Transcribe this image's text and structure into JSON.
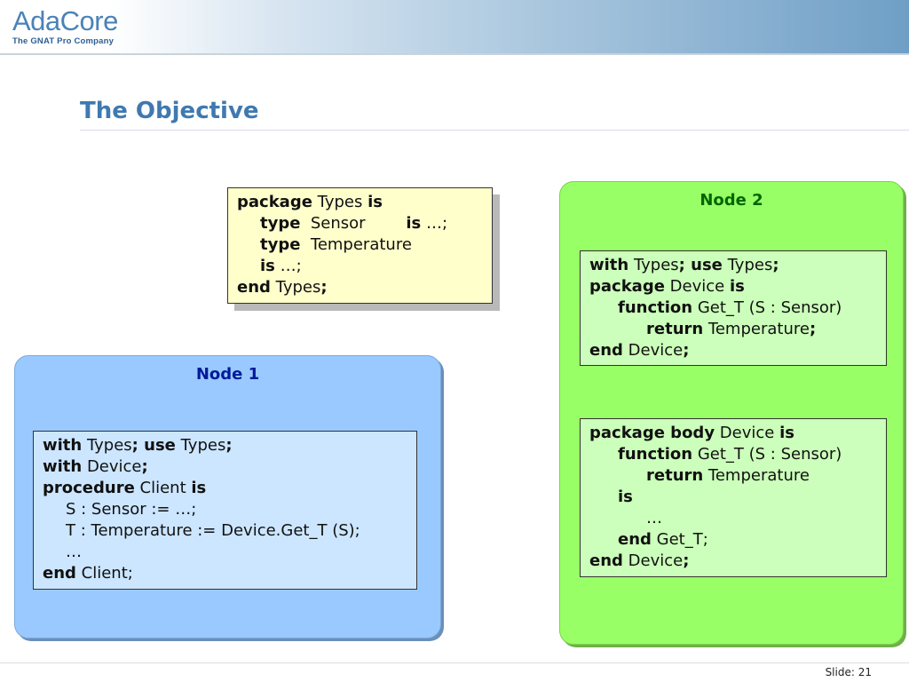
{
  "logo": {
    "ada": "Ada",
    "core": "Core",
    "tagline": "The GNAT Pro Company"
  },
  "title": "The Objective",
  "footer": {
    "slide_label": "Slide:",
    "slide_number": "21"
  },
  "node1": {
    "label": "Node 1",
    "code": [
      {
        "k1": "with",
        "t1": " Types",
        "k2": "; use",
        "t2": " Types",
        "k3": ";"
      },
      {
        "k1": "with",
        "t1": " Device",
        "k2": ";",
        "t2": "",
        "k3": ""
      },
      {
        "k1": "procedure",
        "t1": " Client ",
        "k2": "is",
        "t2": "",
        "k3": ""
      },
      {
        "k1": "",
        "t1": "S : Sensor := …;",
        "k2": "",
        "t2": "",
        "k3": ""
      },
      {
        "k1": "",
        "t1": "T : Temperature := Device.Get_T (S);",
        "k2": "",
        "t2": "",
        "k3": ""
      },
      {
        "k1": "",
        "t1": "…",
        "k2": "",
        "t2": "",
        "k3": ""
      },
      {
        "k1": "end",
        "t1": " Client;",
        "k2": "",
        "t2": "",
        "k3": ""
      }
    ]
  },
  "node2": {
    "label": "Node 2",
    "spec": [
      {
        "k1": "with",
        "t1": " Types",
        "k2": "; use",
        "t2": " Types",
        "k3": ";"
      },
      {
        "k1": "package",
        "t1": " Device ",
        "k2": "is",
        "t2": "",
        "k3": ""
      },
      {
        "k1": "function",
        "t1": " Get_T (S : Sensor)",
        "k2": "",
        "t2": "",
        "k3": ""
      },
      {
        "k1": "return",
        "t1": " Temperature",
        "k2": ";",
        "t2": "",
        "k3": ""
      },
      {
        "k1": "end",
        "t1": " Device",
        "k2": ";",
        "t2": "",
        "k3": ""
      }
    ],
    "body": [
      {
        "k1": "package body",
        "t1": " Device ",
        "k2": "is",
        "t2": "",
        "k3": ""
      },
      {
        "k1": "function",
        "t1": " Get_T (S : Sensor)",
        "k2": "",
        "t2": "",
        "k3": ""
      },
      {
        "k1": "return",
        "t1": " Temperature",
        "k2": "",
        "t2": "",
        "k3": ""
      },
      {
        "k1": "is",
        "t1": "",
        "k2": "",
        "t2": "",
        "k3": ""
      },
      {
        "k1": "",
        "t1": "…",
        "k2": "",
        "t2": "",
        "k3": ""
      },
      {
        "k1": "end",
        "t1": " Get_T;",
        "k2": "",
        "t2": "",
        "k3": ""
      },
      {
        "k1": "end",
        "t1": " Device",
        "k2": ";",
        "t2": "",
        "k3": ""
      }
    ]
  },
  "types_pkg": [
    {
      "k1": "package",
      "t1": " Types ",
      "k2": "is",
      "t2": "",
      "k3": ""
    },
    {
      "k1": "type",
      "t1": "  Sensor        ",
      "k2": "is",
      "t2": " …;",
      "k3": ""
    },
    {
      "k1": "type",
      "t1": "  Temperature",
      "k2": "",
      "t2": "",
      "k3": ""
    },
    {
      "k1": "is",
      "t1": " …;",
      "k2": "",
      "t2": "",
      "k3": ""
    },
    {
      "k1": "end",
      "t1": " Types",
      "k2": ";",
      "t2": "",
      "k3": ""
    }
  ]
}
